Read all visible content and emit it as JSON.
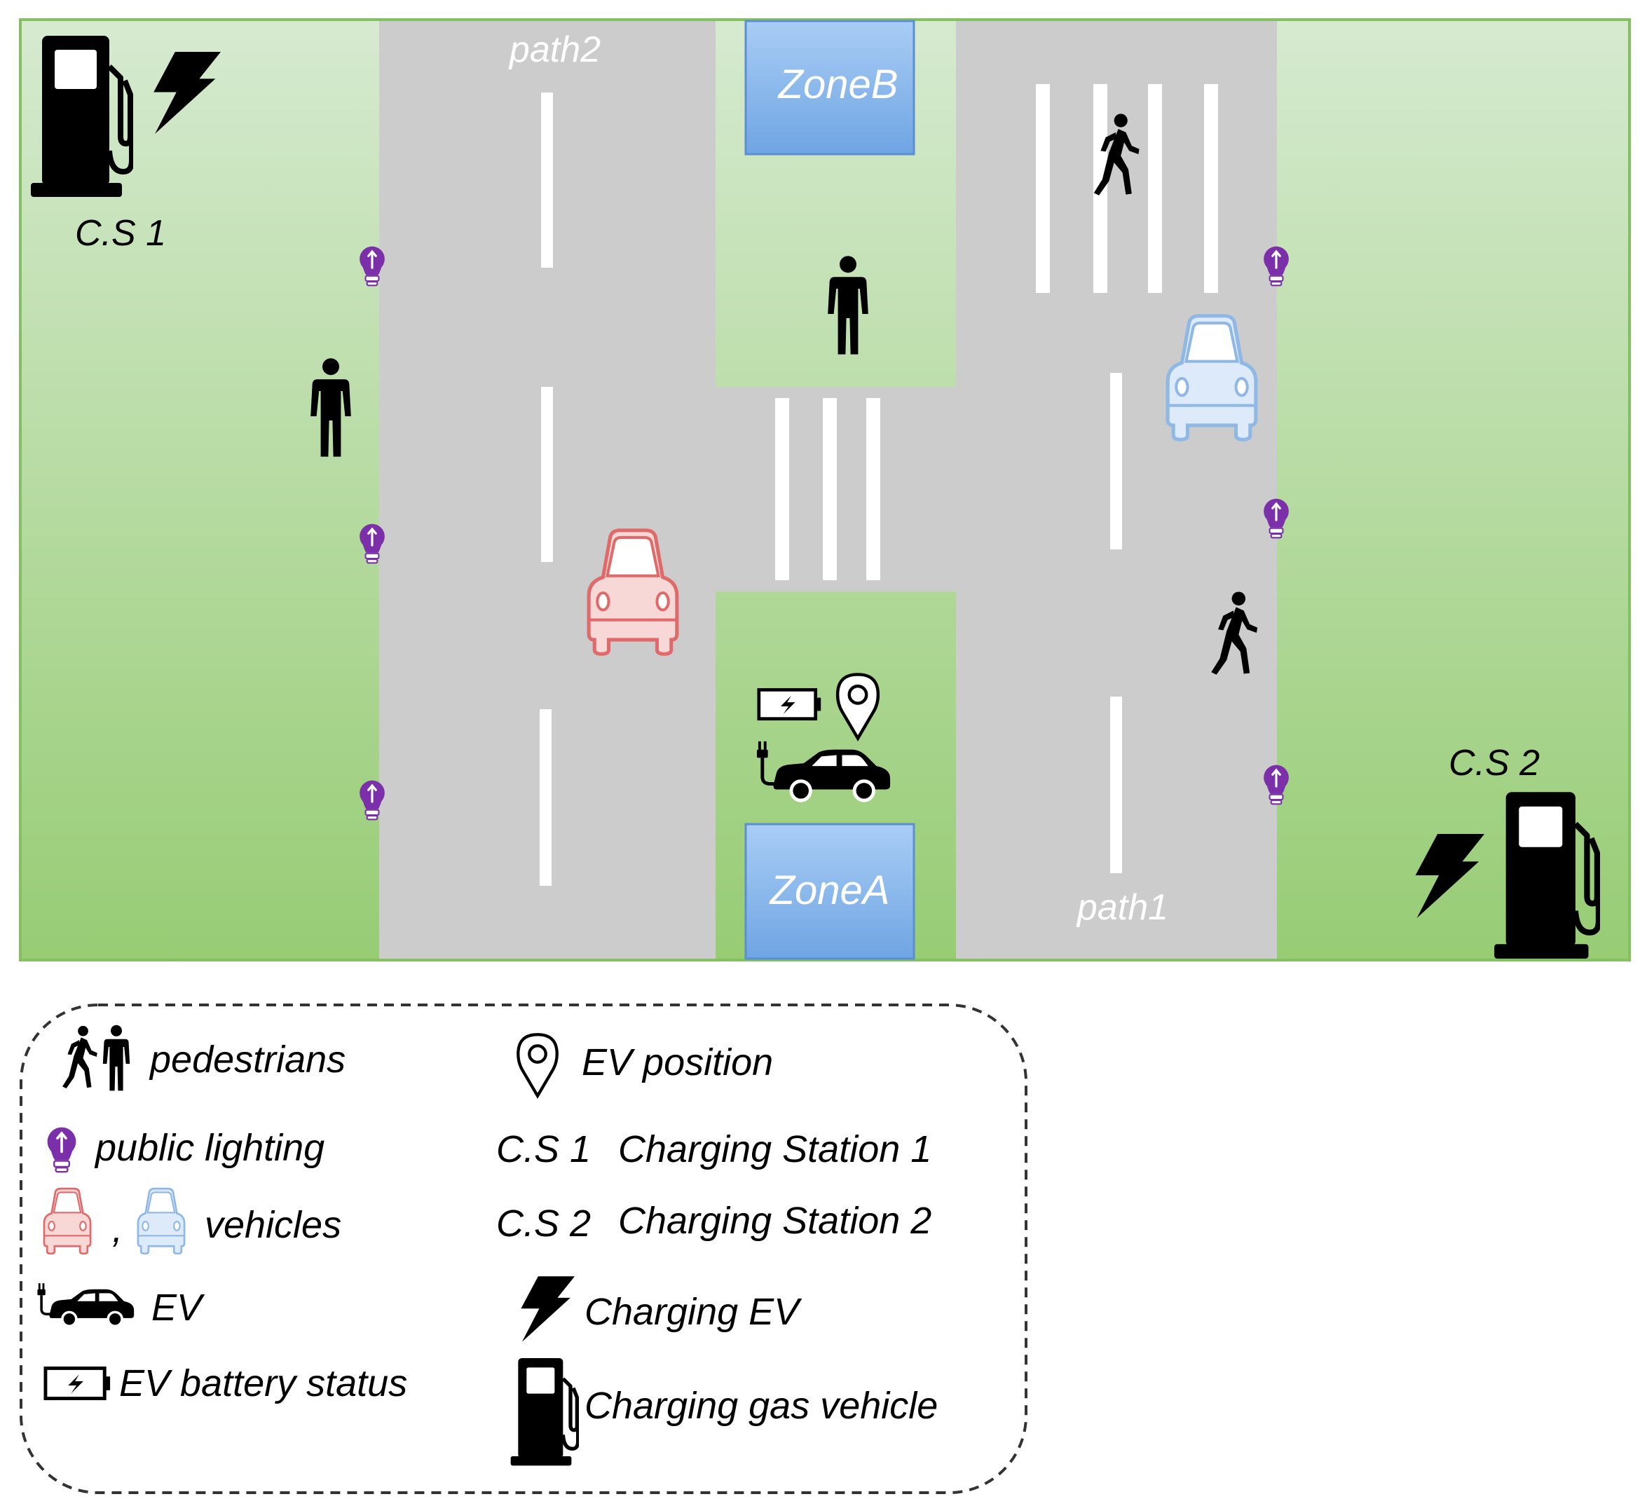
{
  "scene": {
    "zone_a": "ZoneA",
    "zone_b": "ZoneB",
    "path1": "path1",
    "path2": "path2",
    "cs1": "C.S 1",
    "cs2": "C.S 2",
    "colors": {
      "grass": "#9ccf7c",
      "road": "#cccccc",
      "zone_box": "#7fb0e8",
      "red_vehicle": "#e86b6b",
      "blue_vehicle": "#9cc3ec",
      "lamp": "#7b2fa8"
    }
  },
  "legend": {
    "pedestrians": "pedestrians",
    "public_lighting": "public lighting",
    "vehicles": "vehicles",
    "vehicles_sep": ",",
    "ev": "EV",
    "ev_battery": "EV battery status",
    "ev_position": "EV position",
    "cs1_abbr": "C.S 1",
    "cs1_full": "Charging Station 1",
    "cs2_abbr": "C.S 2",
    "cs2_full": "Charging Station 2",
    "charging_ev": "Charging EV",
    "charging_gas": "Charging gas vehicle"
  }
}
